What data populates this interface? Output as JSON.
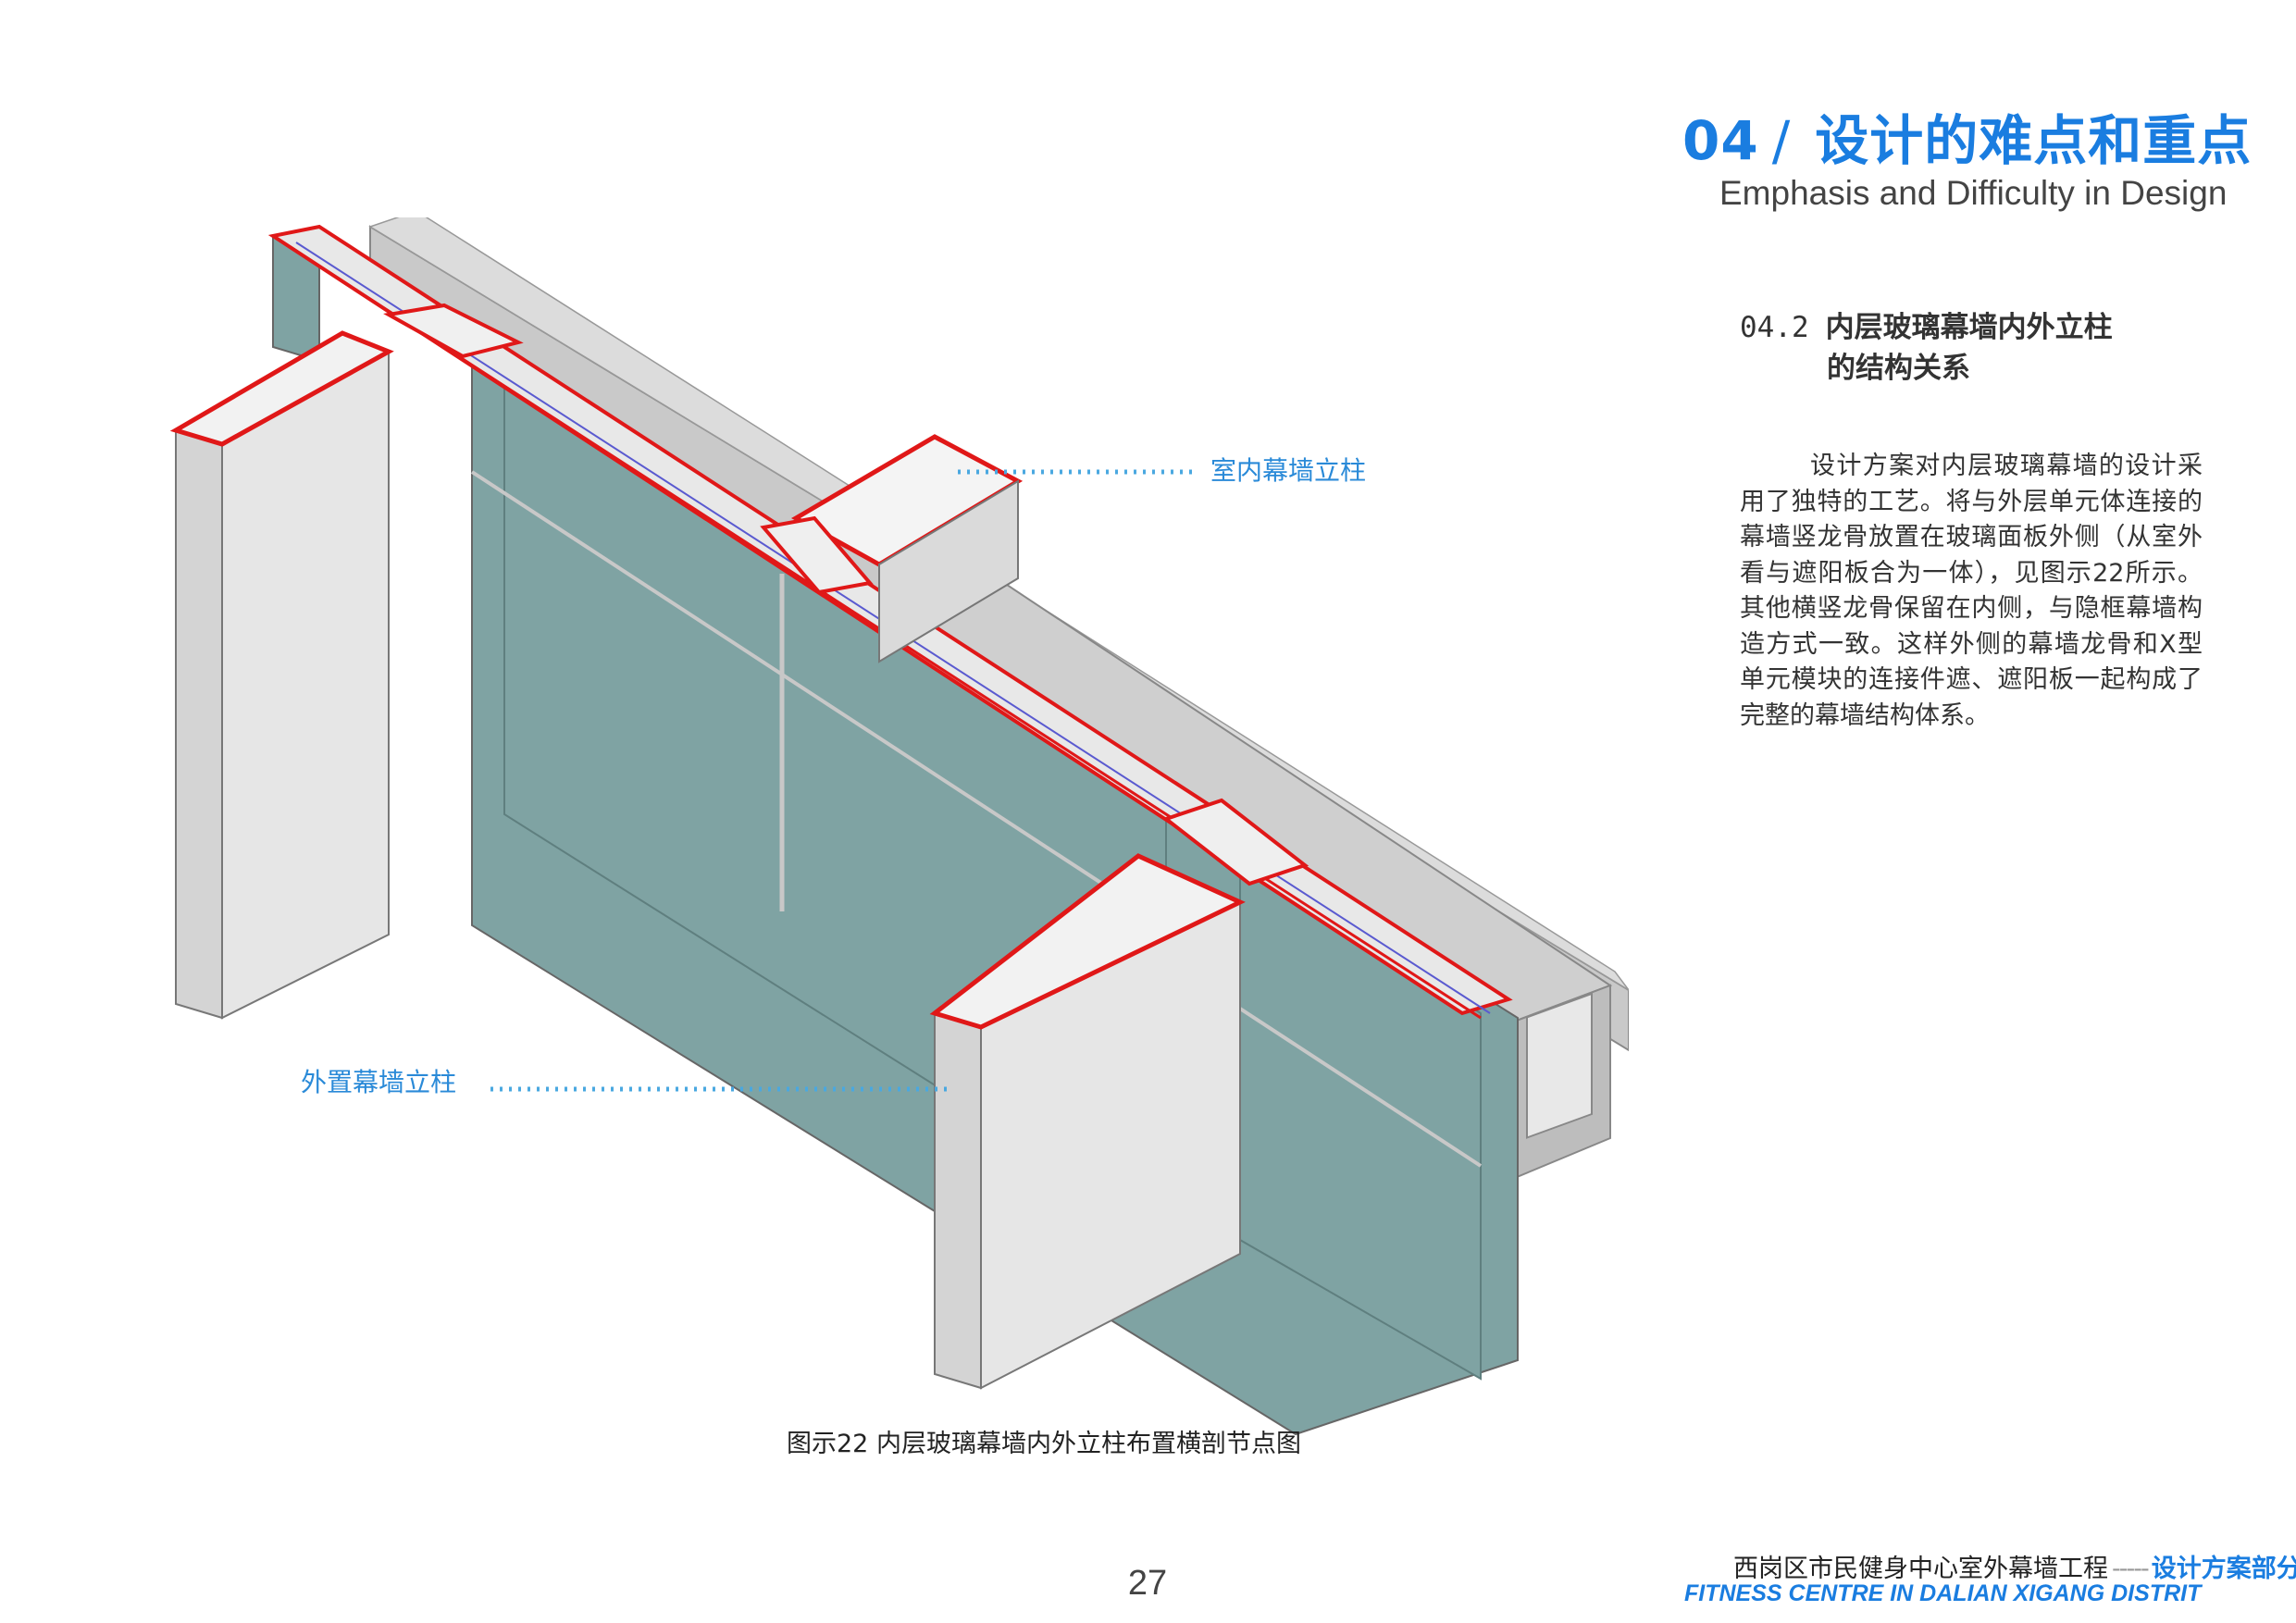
{
  "header": {
    "section_number": "04",
    "slash": "/",
    "title_cn": "设计的难点和重点",
    "title_en": "Emphasis and Difficulty in Design"
  },
  "section": {
    "number": "04.2",
    "title_line1": "内层玻璃幕墙内外立柱",
    "title_line2": "的结构关系"
  },
  "body": {
    "paragraph": "设计方案对内层玻璃幕墙的设计采用了独特的工艺。将与外层单元体连接的幕墙竖龙骨放置在玻璃面板外侧（从室外看与遮阳板合为一体），见图示22所示。其他横竖龙骨保留在内侧，与隐框幕墙构造方式一致。这样外侧的幕墙龙骨和X型单元模块的连接件遮、遮阳板一起构成了完整的幕墙结构体系。"
  },
  "figure": {
    "callout_inner": "室内幕墙立柱",
    "callout_outer": "外置幕墙立柱",
    "caption": "图示22 内层玻璃幕墙内外立柱布置横剖节点图",
    "colors": {
      "glass": "#7fa3a3",
      "frame": "#d8d8d8",
      "outline": "#e01818",
      "leader": "#4aa8e0"
    }
  },
  "footer": {
    "page_number": "27",
    "project_cn": "西岗区市民健身中心室外幕墙工程",
    "dash": "-----",
    "part_cn": "设计方案部分",
    "project_en": "FITNESS CENTRE IN DALIAN XIGANG DISTRIT"
  }
}
